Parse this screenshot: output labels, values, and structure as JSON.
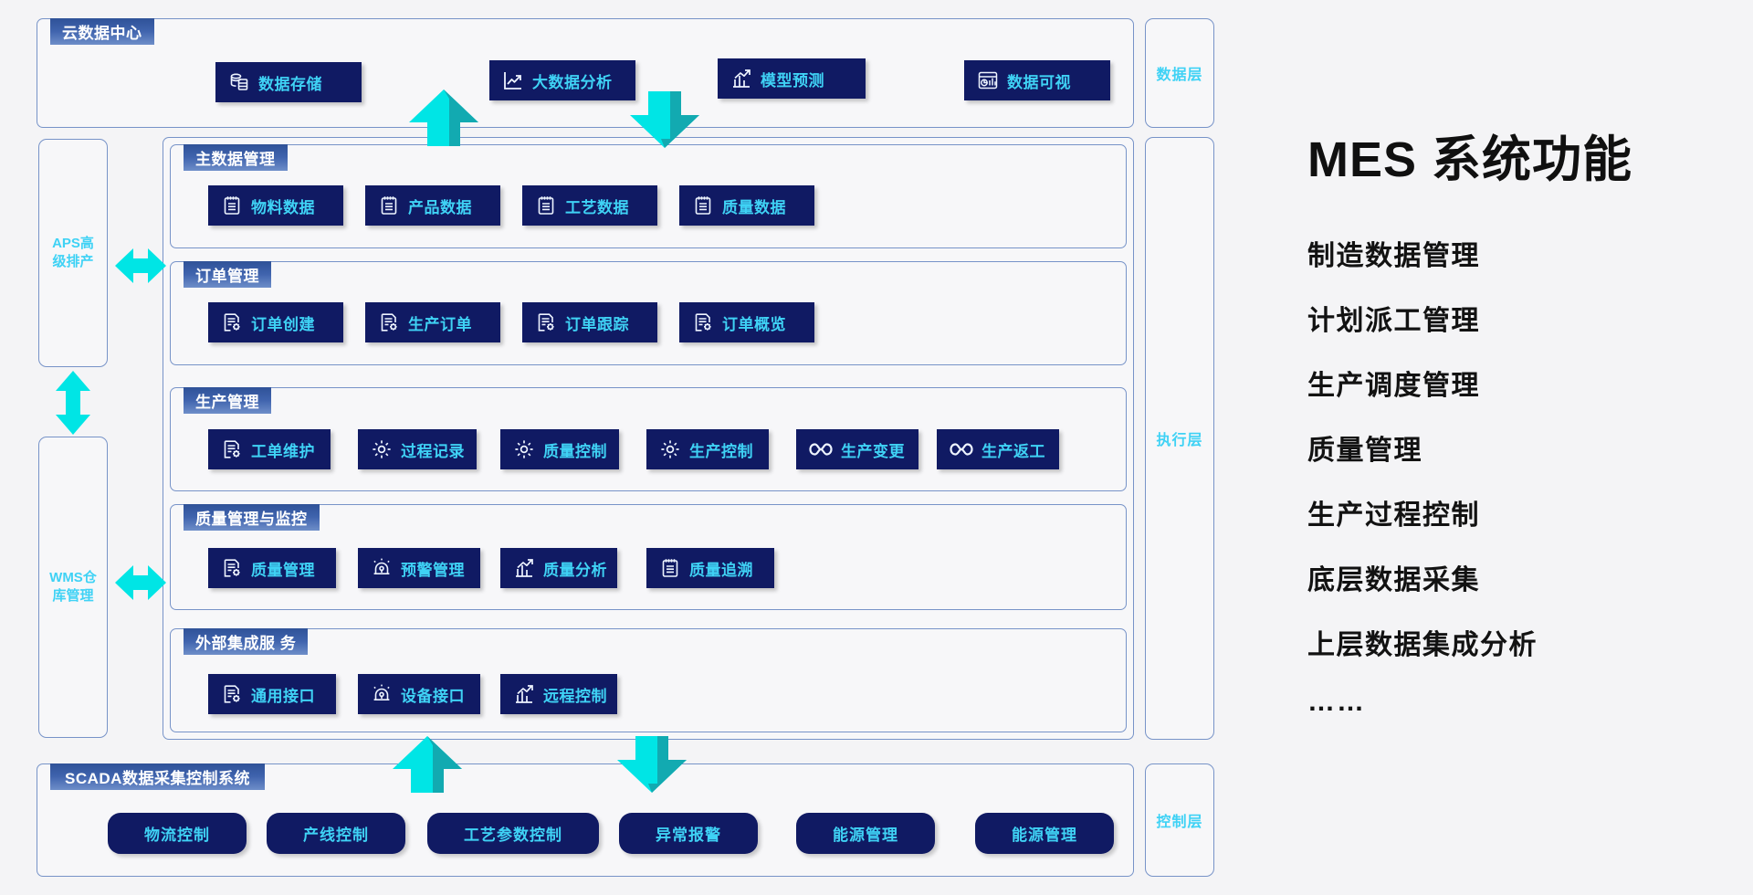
{
  "colors": {
    "accent_cyan": "#3fd2f5",
    "button_navy": "#101a63",
    "panel_border": "#7793c8",
    "tab_blue": "#3f63ad",
    "arrow_cyan": "#00e5e5",
    "background": "#f4f4f6"
  },
  "sections": {
    "cloud": {
      "title": "云数据中心"
    },
    "master_data": {
      "title": "主数据管理"
    },
    "order": {
      "title": "订单管理"
    },
    "production": {
      "title": "生产管理"
    },
    "quality": {
      "title": "质量管理与监控"
    },
    "integration": {
      "title": "外部集成服 务"
    },
    "scada": {
      "title": "SCADA数据采集控制系统"
    }
  },
  "layers": [
    {
      "label": "数据层"
    },
    {
      "label": "执行层"
    },
    {
      "label": "控制层"
    }
  ],
  "side_systems": [
    {
      "label": "APS高\n级排产"
    },
    {
      "label": "WMS仓\n库管理"
    }
  ],
  "cloud_buttons": [
    {
      "label": "数据存储",
      "icon": "database-icon"
    },
    {
      "label": "大数据分析",
      "icon": "line-chart-icon"
    },
    {
      "label": "模型预测",
      "icon": "bar-chart-arrow-icon"
    },
    {
      "label": "数据可视",
      "icon": "dashboard-icon"
    }
  ],
  "master_data_buttons": [
    {
      "label": "物料数据",
      "icon": "clipboard-icon"
    },
    {
      "label": "产品数据",
      "icon": "clipboard-icon"
    },
    {
      "label": "工艺数据",
      "icon": "clipboard-icon"
    },
    {
      "label": "质量数据",
      "icon": "clipboard-icon"
    }
  ],
  "order_buttons": [
    {
      "label": "订单创建",
      "icon": "form-gear-icon"
    },
    {
      "label": "生产订单",
      "icon": "form-gear-icon"
    },
    {
      "label": "订单跟踪",
      "icon": "form-gear-icon"
    },
    {
      "label": "订单概览",
      "icon": "form-gear-icon"
    }
  ],
  "production_buttons": [
    {
      "label": "工单维护",
      "icon": "form-gear-icon"
    },
    {
      "label": "过程记录",
      "icon": "gear-icon"
    },
    {
      "label": "质量控制",
      "icon": "gear-icon"
    },
    {
      "label": "生产控制",
      "icon": "gear-icon"
    },
    {
      "label": "生产变更",
      "icon": "infinity-icon"
    },
    {
      "label": "生产返工",
      "icon": "infinity-icon"
    }
  ],
  "quality_buttons": [
    {
      "label": "质量管理",
      "icon": "form-gear-icon"
    },
    {
      "label": "预警管理",
      "icon": "alarm-icon"
    },
    {
      "label": "质量分析",
      "icon": "bar-chart-arrow-icon"
    },
    {
      "label": "质量追溯",
      "icon": "clipboard-icon"
    }
  ],
  "integration_buttons": [
    {
      "label": "通用接口",
      "icon": "form-gear-icon"
    },
    {
      "label": "设备接口",
      "icon": "alarm-icon"
    },
    {
      "label": "远程控制",
      "icon": "bar-chart-arrow-icon"
    }
  ],
  "scada_buttons": [
    {
      "label": "物流控制"
    },
    {
      "label": "产线控制"
    },
    {
      "label": "工艺参数控制"
    },
    {
      "label": "异常报警"
    },
    {
      "label": "能源管理"
    },
    {
      "label": "能源管理"
    }
  ],
  "info": {
    "title": "MES 系统功能",
    "features": [
      "制造数据管理",
      "计划派工管理",
      "生产调度管理",
      "质量管理",
      "生产过程控制",
      "底层数据采集",
      "上层数据集成分析"
    ],
    "ellipsis": "……"
  }
}
